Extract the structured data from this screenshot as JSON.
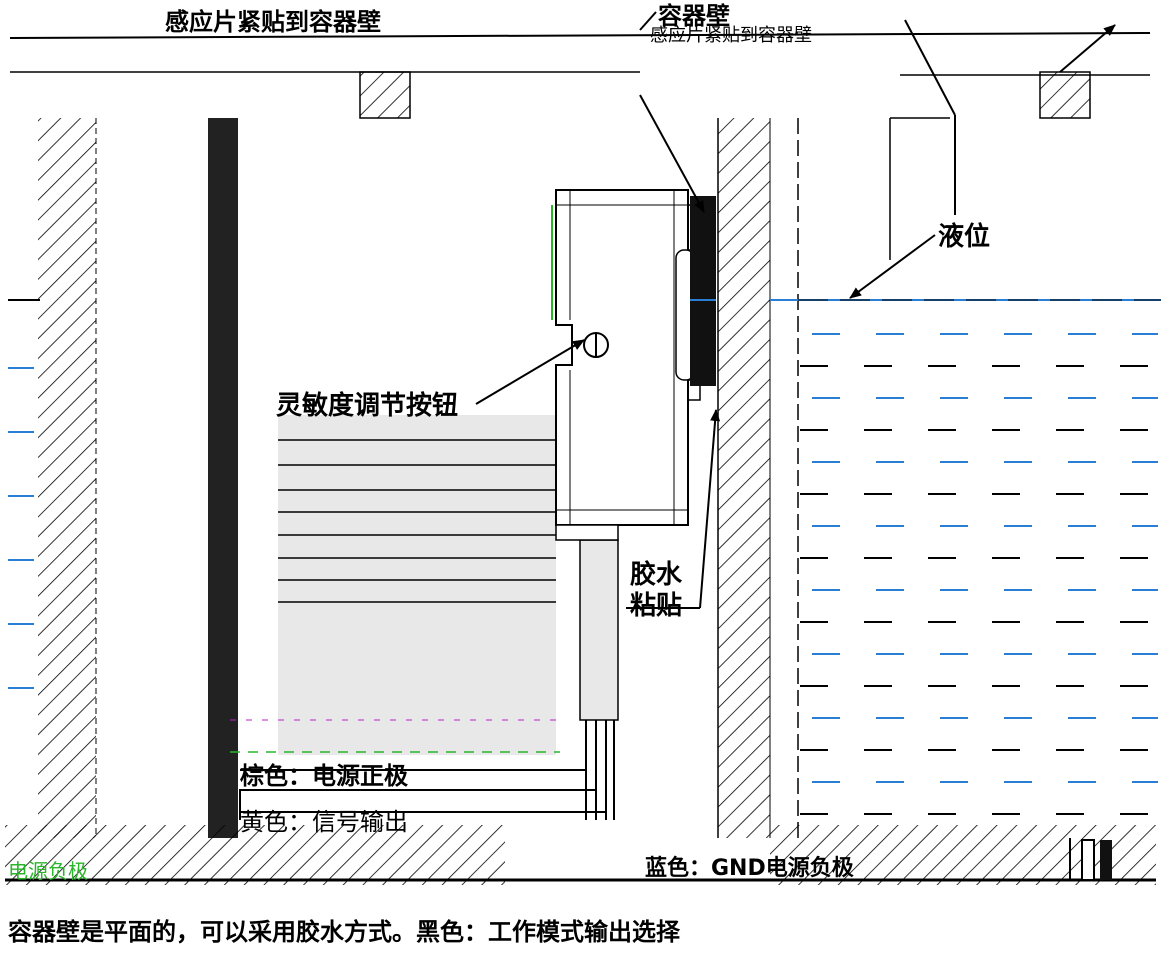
{
  "labels": {
    "top_left": "感应片紧贴到容器壁",
    "top_right_strip": "感应片紧贴到容器壁",
    "container_wall": "容器壁",
    "liquid_level": "液位",
    "sensitivity_button": "灵敏度调节按钮",
    "glue_line1": "胶水",
    "glue_line2": "粘贴",
    "wire_brown": "棕色：电源正极",
    "wire_yellow": "黄色：信号输出",
    "wire_blue": "蓝色：GND电源负极",
    "wire_left_bottom": "电源负极",
    "footer": "容器壁是平面的，可以采用胶水方式。黑色：工作模式输出选择"
  },
  "colors": {
    "line": "#000000",
    "hatch": "#000000",
    "water_dash": "#2a7fd4",
    "housing_fill": "#ffffff",
    "ribbon_fill": "#e8e8e8",
    "accent_green": "#2bb52b",
    "accent_magenta": "#c020c0"
  }
}
